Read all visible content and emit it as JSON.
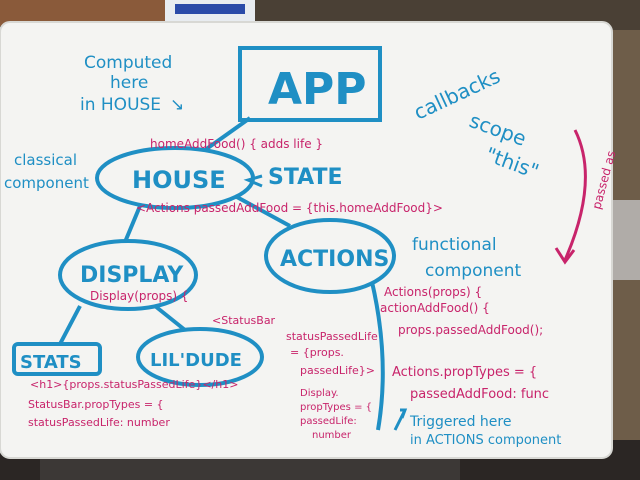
{
  "board": {
    "app": "APP",
    "computed_note": [
      "Computed",
      "here",
      "in HOUSE",
      "↘"
    ],
    "callbacks_note": [
      "callbacks",
      "scope",
      "\"this\""
    ],
    "classical_component": [
      "classical",
      "component"
    ],
    "house": "HOUSE",
    "state": "STATE",
    "home_add_food": "homeAddFood() { adds life }",
    "actions_passed": "<Actions passedAddFood = {this.homeAddFood}>",
    "passed_as": "passed as",
    "actions": "ACTIONS",
    "functional_component": [
      "functional",
      "component"
    ],
    "display": "DISPLAY",
    "display_props": "Display(props) {",
    "actions_props": "Actions(props) {",
    "action_add_food": "actionAddFood() {",
    "props_passed_add_food": "props.passedAddFood();",
    "status_bar_tag": "<StatusBar",
    "status_passed_life": [
      "statusPassedLife",
      "= {props.",
      "passedLife}>"
    ],
    "stats": "STATS",
    "lil_dude": "LIL'DUDE",
    "h1_line": "<h1>{props.statusPassedLife}</h1>",
    "status_bar_proptypes": "StatusBar.propTypes = {",
    "status_passed_life_number": "statusPassedLife: number",
    "display_proptypes": [
      "Display.",
      "propTypes = {",
      "passedLife:",
      "number"
    ],
    "actions_proptypes": "Actions.propTypes = {",
    "passed_add_food_func": "passedAddFood: func",
    "triggered_here": [
      "Triggered here",
      "in ACTIONS component"
    ]
  }
}
